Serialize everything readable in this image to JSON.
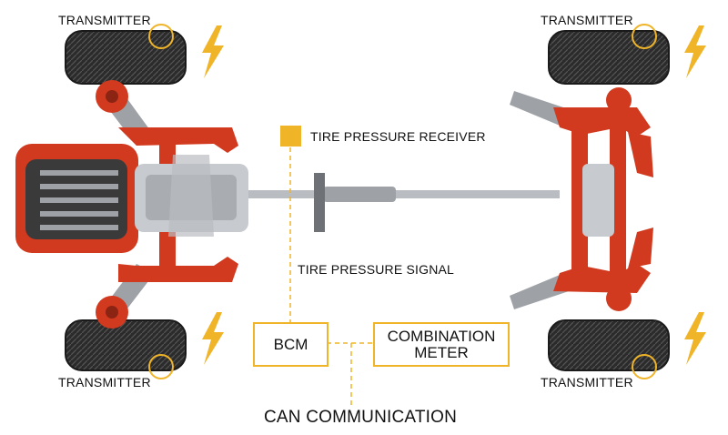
{
  "diagram": {
    "labels": {
      "transmitter_front_left": "TRANSMITTER",
      "transmitter_front_right": "TRANSMITTER",
      "transmitter_rear_left": "TRANSMITTER",
      "transmitter_rear_right": "TRANSMITTER",
      "receiver": "TIRE PRESSURE RECEIVER",
      "signal": "TIRE PRESSURE SIGNAL",
      "bcm": "BCM",
      "meter_line1": "COMBINATION",
      "meter_line2": "METER",
      "can": "CAN COMMUNICATION"
    },
    "colors": {
      "accent": "#f0b429",
      "chassis_red": "#d23a1f",
      "tire": "#2b2b2b",
      "metal": "#b9bcc0"
    },
    "icons": [
      "lightning-bolt-icon",
      "transmitter-ring-icon"
    ]
  }
}
